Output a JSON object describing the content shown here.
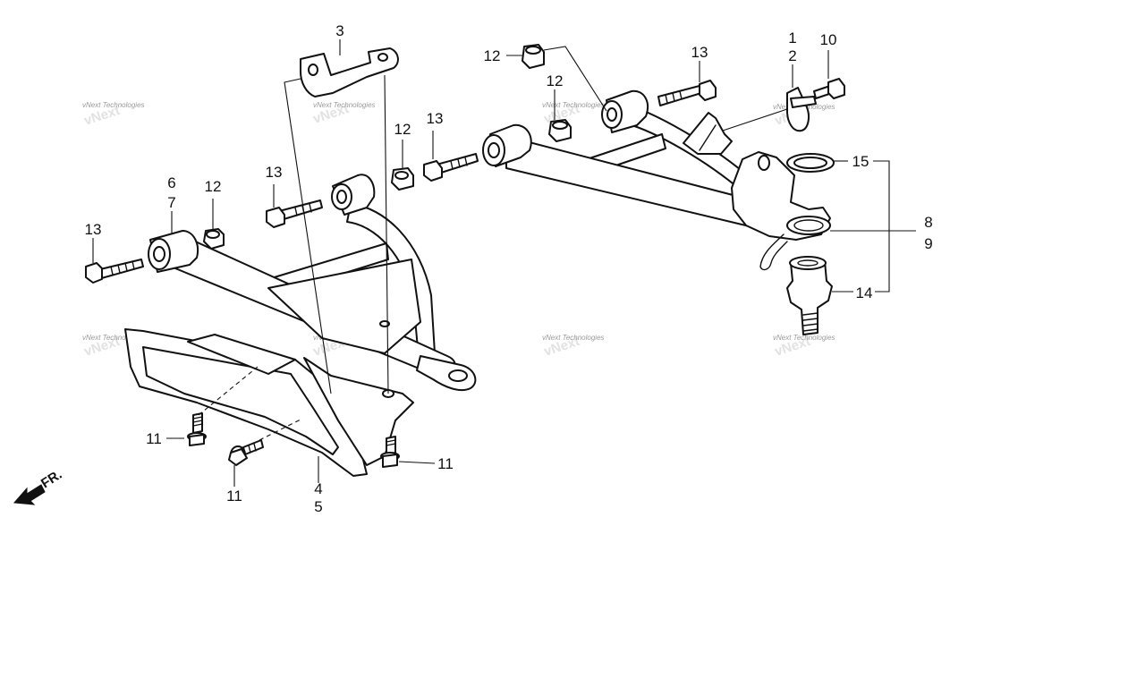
{
  "callouts": [
    {
      "id": "c1",
      "text": "1"
    },
    {
      "id": "c2",
      "text": "2"
    },
    {
      "id": "c3",
      "text": "3"
    },
    {
      "id": "c4",
      "text": "4"
    },
    {
      "id": "c5",
      "text": "5"
    },
    {
      "id": "c6",
      "text": "6"
    },
    {
      "id": "c7",
      "text": "7"
    },
    {
      "id": "c8",
      "text": "8"
    },
    {
      "id": "c9",
      "text": "9"
    },
    {
      "id": "c10",
      "text": "10"
    },
    {
      "id": "c11a",
      "text": "11"
    },
    {
      "id": "c11b",
      "text": "11"
    },
    {
      "id": "c11c",
      "text": "11"
    },
    {
      "id": "c12a",
      "text": "12"
    },
    {
      "id": "c12b",
      "text": "12"
    },
    {
      "id": "c12c",
      "text": "12"
    },
    {
      "id": "c12d",
      "text": "12"
    },
    {
      "id": "c13a",
      "text": "13"
    },
    {
      "id": "c13b",
      "text": "13"
    },
    {
      "id": "c13c",
      "text": "13"
    },
    {
      "id": "c13d",
      "text": "13"
    },
    {
      "id": "c14",
      "text": "14"
    },
    {
      "id": "c15",
      "text": "15"
    }
  ],
  "watermark": {
    "text": "vNext Technologies",
    "shadow_text": "vNext"
  },
  "direction_marker": {
    "label": "FR.",
    "icon": "front-direction-arrow-icon"
  }
}
